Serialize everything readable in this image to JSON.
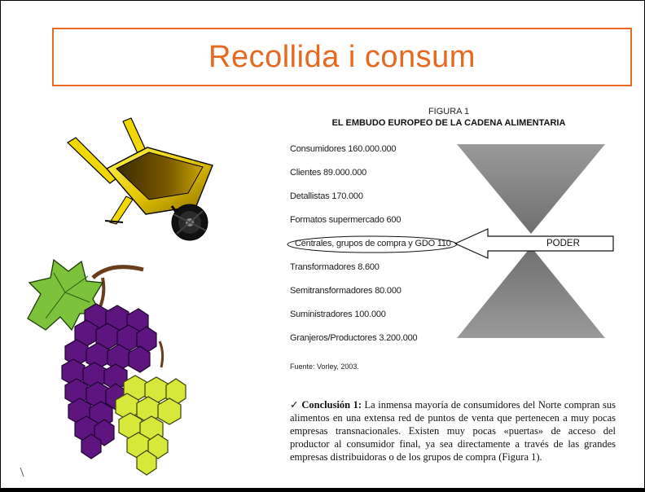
{
  "slide": {
    "title": "Recollida i consum"
  },
  "figure": {
    "number": "FIGURA 1",
    "title": "EL EMBUDO EUROPEO DE LA CADENA ALIMENTARIA",
    "rows": [
      "Consumidores 160.000.000",
      "Clientes 89.000.000",
      "Detallistas 170.000",
      "Formatos supermercado 600",
      "Centrales, grupos de compra y GDO 110",
      "Transformadores 8.600",
      "Semitransformadores 80.000",
      "Suministradores 100.000",
      "Granjeros/Productores 3.200.000"
    ],
    "arrow_label": "PODER",
    "source": "Fuente: Vorley, 2003."
  },
  "conclusion": {
    "check": "✓",
    "heading": "Conclusión 1:",
    "text": "La inmensa mayoría de consumidores del Norte compran sus alimentos en una extensa red de puntos de venta que pertenecen a muy pocas empresas transnacionales. Existen muy pocas «puertas» de acceso del productor al consumidor final, ya sea directamente a través de las grandes empresas distribuidoras o de los grupos de compra (Figura 1)."
  },
  "colors": {
    "title_accent": "#e5691f",
    "hourglass": "#8a8a8a"
  },
  "icons": [
    "wheelbarrow-illustration",
    "grapes-illustration"
  ]
}
